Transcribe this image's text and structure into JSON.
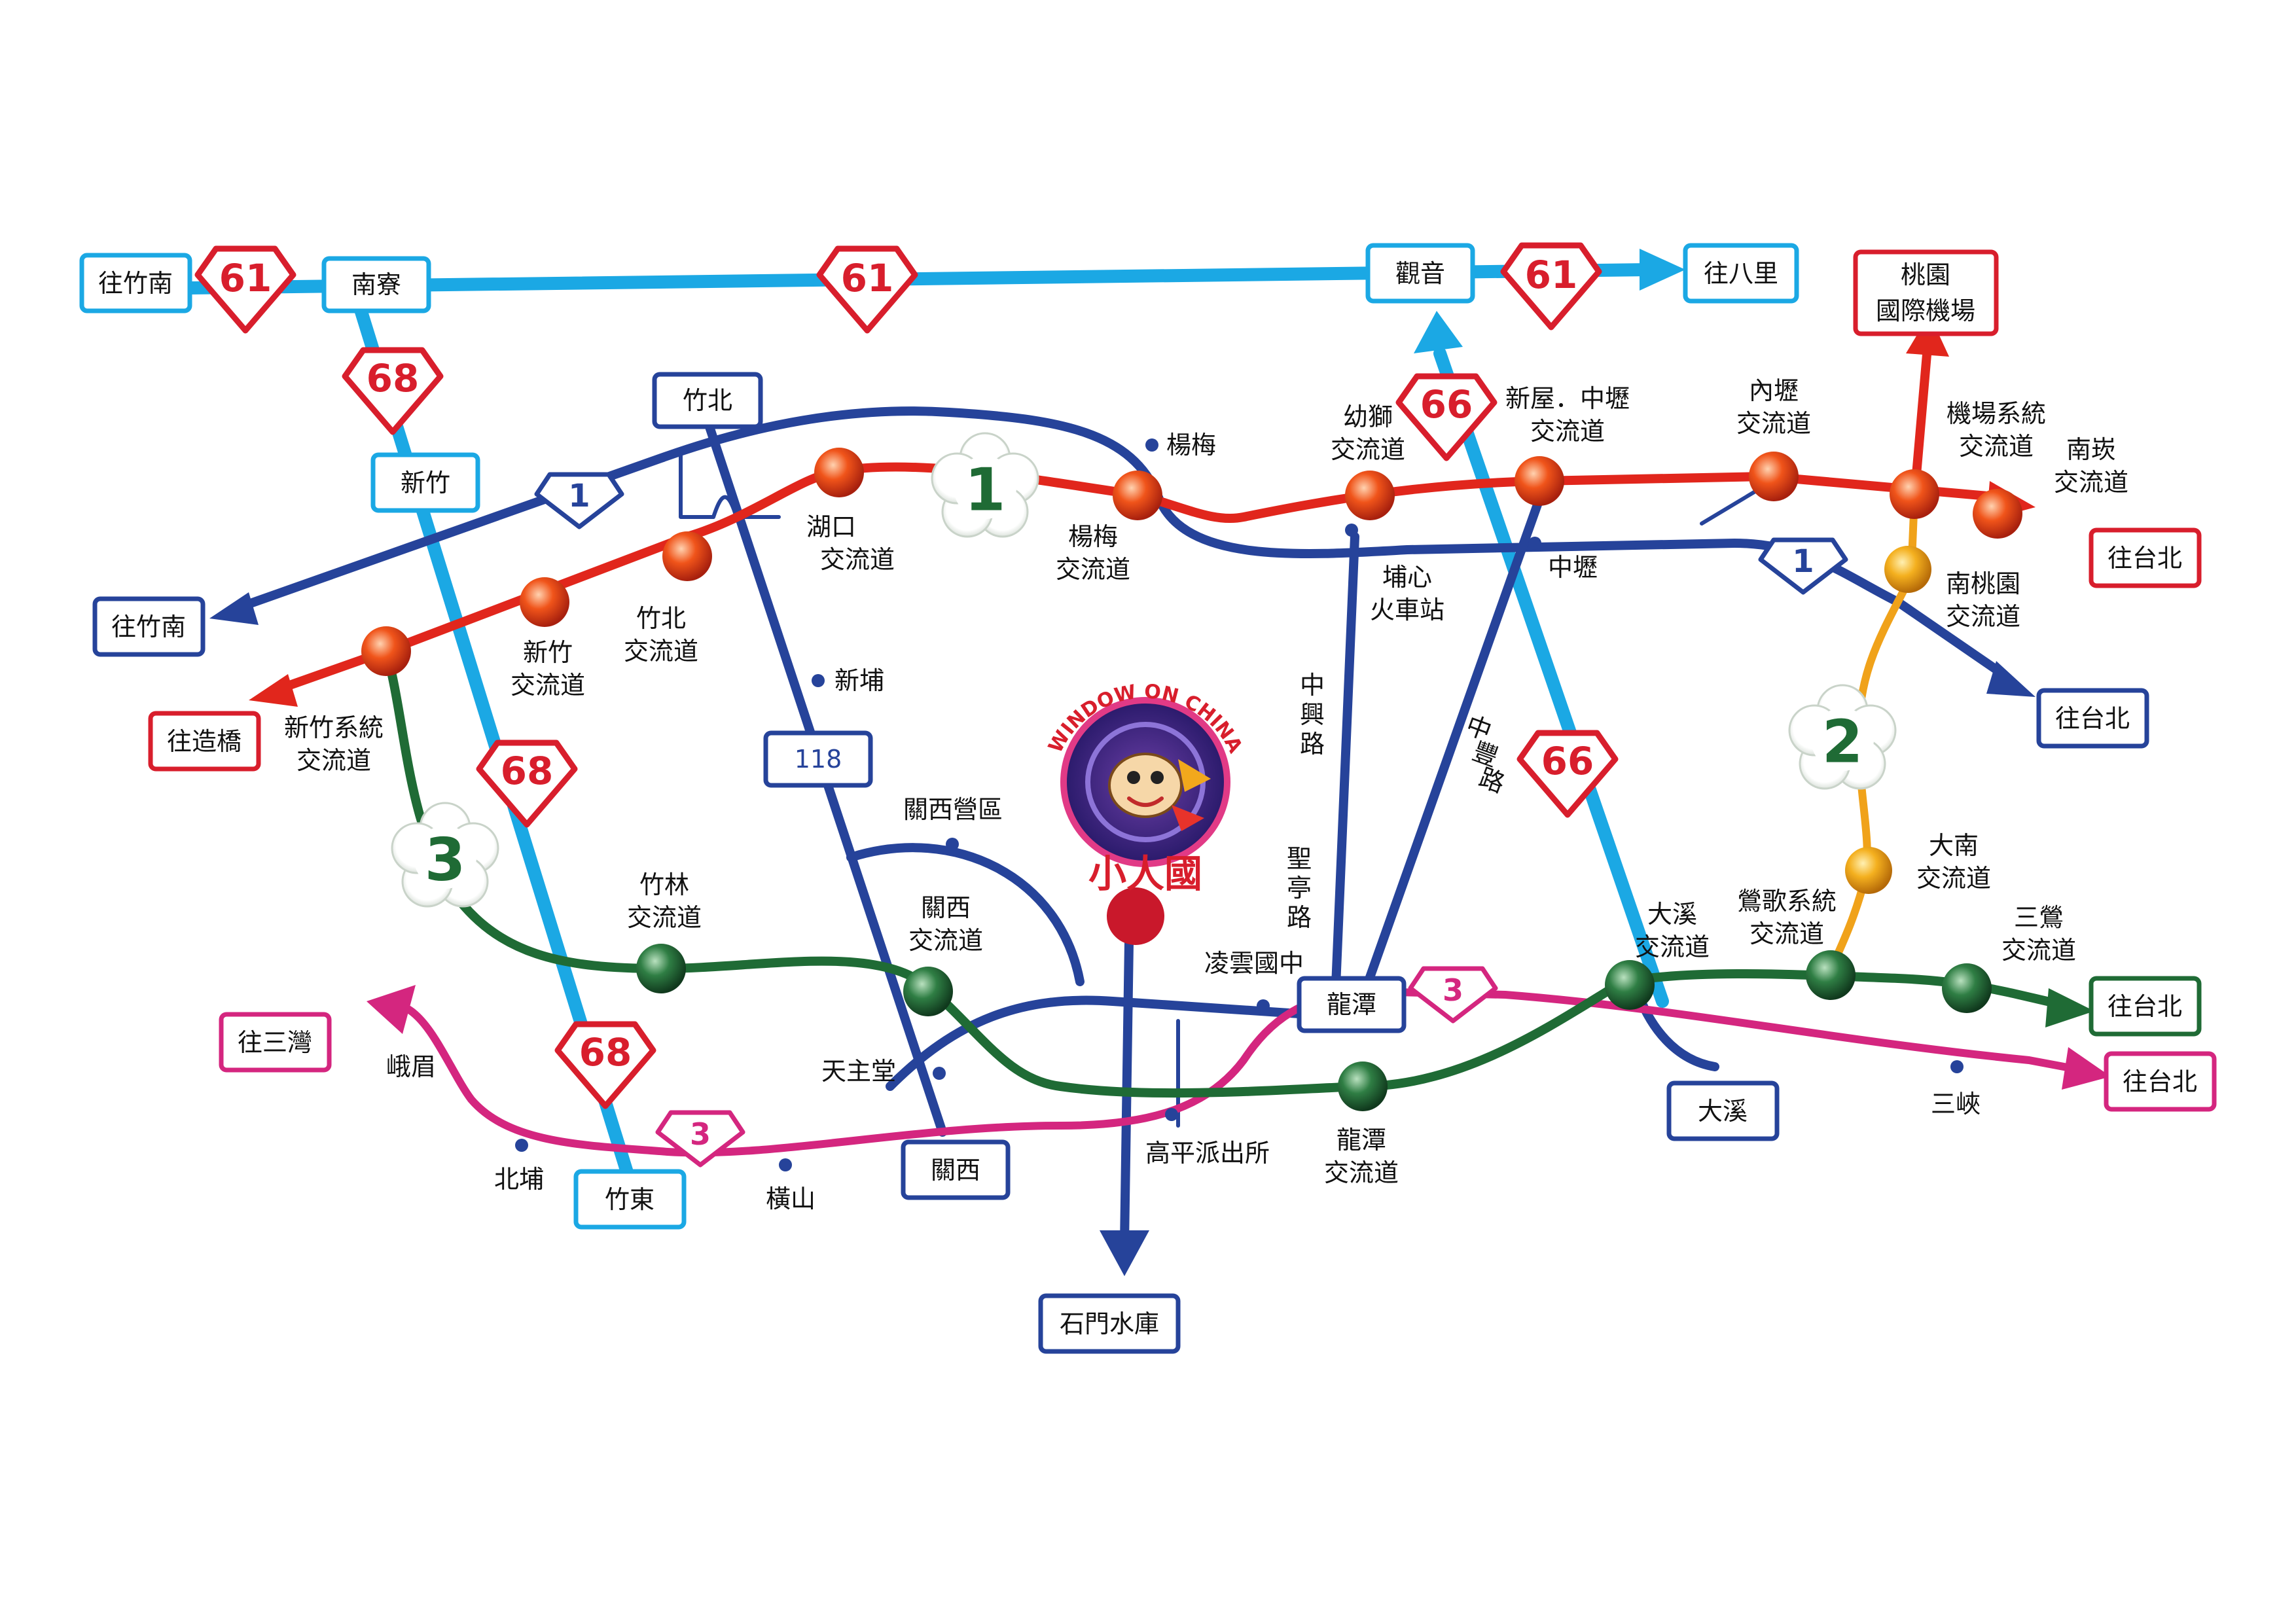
{
  "route_shields": {
    "r61": "61",
    "r68": "68",
    "r66": "66",
    "r1": "1",
    "r3": "3",
    "r118": "118",
    "fw1": "1",
    "fw2": "2",
    "fw3": "3"
  },
  "boxes": {
    "zhunan_w": "往竹南",
    "nanliao": "南寮",
    "guanyin": "觀音",
    "bali": "往八里",
    "airport": [
      "桃園",
      "國際機場"
    ],
    "zhubei": "竹北",
    "hsinchu": "新竹",
    "zhunan_w2": "往竹南",
    "zaoqiao": "往造橋",
    "r118": "118",
    "taipei_red": "往台北",
    "taipei_blue": "往台北",
    "taipei_green": "往台北",
    "taipei_pink": "往台北",
    "sanwan": "往三灣",
    "zhudong": "竹東",
    "guanxi": "關西",
    "longtan": "龍潭",
    "daxi": "大溪",
    "shimen": "石門水庫"
  },
  "labels": {
    "hukou": [
      "湖口",
      "交流道"
    ],
    "yangmei_ic": [
      "楊梅",
      "交流道"
    ],
    "yangmei": "楊梅",
    "youshi": [
      "幼獅",
      "交流道"
    ],
    "xinwu": [
      "新屋．中壢",
      "交流道"
    ],
    "neili": [
      "內壢",
      "交流道"
    ],
    "airport_sys": [
      "機場系統",
      "交流道"
    ],
    "nankan": [
      "南崁",
      "交流道"
    ],
    "south_taoyuan": [
      "南桃園",
      "交流道"
    ],
    "pusin": [
      "埔心",
      "火車站"
    ],
    "zhongli": "中壢",
    "zhubei_ic": [
      "竹北",
      "交流道"
    ],
    "hsinchu_ic": [
      "新竹",
      "交流道"
    ],
    "hsinchu_sys": [
      "新竹系統",
      "交流道"
    ],
    "xinpu": "新埔",
    "zhongxing": [
      "中",
      "興",
      "路"
    ],
    "zhongfeng": [
      "中",
      "豐",
      "路"
    ],
    "shengting": [
      "聖",
      "亭",
      "路"
    ],
    "guanxi_camp": "關西營區",
    "zhulin": [
      "竹林",
      "交流道"
    ],
    "guanxi_ic": [
      "關西",
      "交流道"
    ],
    "lingyun": "凌雲國中",
    "tianzhutang": "天主堂",
    "gaoping": "高平派出所",
    "longtan_ic": [
      "龍潭",
      "交流道"
    ],
    "daxi_ic": [
      "大溪",
      "交流道"
    ],
    "yingge": [
      "鶯歌系統",
      "交流道"
    ],
    "danan": [
      "大南",
      "交流道"
    ],
    "sanying": [
      "三鶯",
      "交流道"
    ],
    "sanxia": "三峽",
    "emei": "峨眉",
    "beipu": "北埔",
    "hengshan": "橫山"
  },
  "logo": {
    "text": "WINDOW ON CHINA",
    "name_cn": "小人國"
  },
  "colors": {
    "light_blue": "#1ba8e4",
    "dark_blue": "#26439a",
    "red": "#e1261c",
    "green": "#1f6b35",
    "pink": "#d4267f",
    "orange": "#f0a21a",
    "box_red": "#d81e2c"
  }
}
